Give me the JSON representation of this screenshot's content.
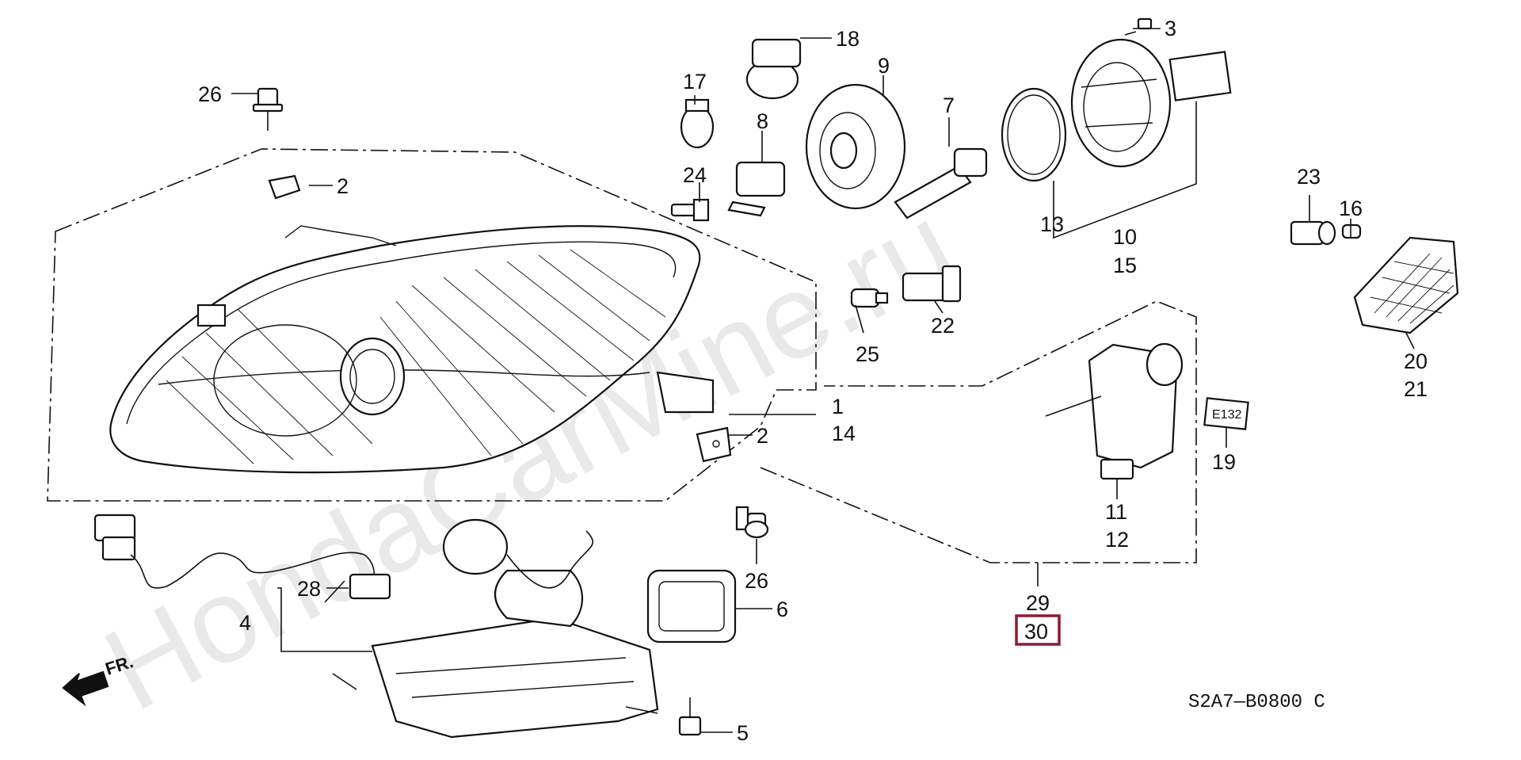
{
  "watermark": {
    "text": "HondaCarMine.ru"
  },
  "diagram_code": "S2A7—B0800 C",
  "front_indicator": "FR.",
  "highlighted_callout": "30",
  "highlight_color": "#8b1a35",
  "callouts": {
    "c1": "1",
    "c14": "14",
    "c2a": "2",
    "c2b": "2",
    "c3": "3",
    "c4": "4",
    "c5": "5",
    "c6": "6",
    "c7": "7",
    "c8": "8",
    "c9": "9",
    "c10": "10",
    "c15": "15",
    "c11": "11",
    "c12": "12",
    "c13": "13",
    "c16": "16",
    "c17": "17",
    "c18": "18",
    "c19": "19",
    "c20": "20",
    "c21": "21",
    "c22": "22",
    "c23": "23",
    "c24": "24",
    "c25": "25",
    "c26a": "26",
    "c26b": "26",
    "c28": "28",
    "c29": "29",
    "c30": "30"
  },
  "badge_text": "E132"
}
